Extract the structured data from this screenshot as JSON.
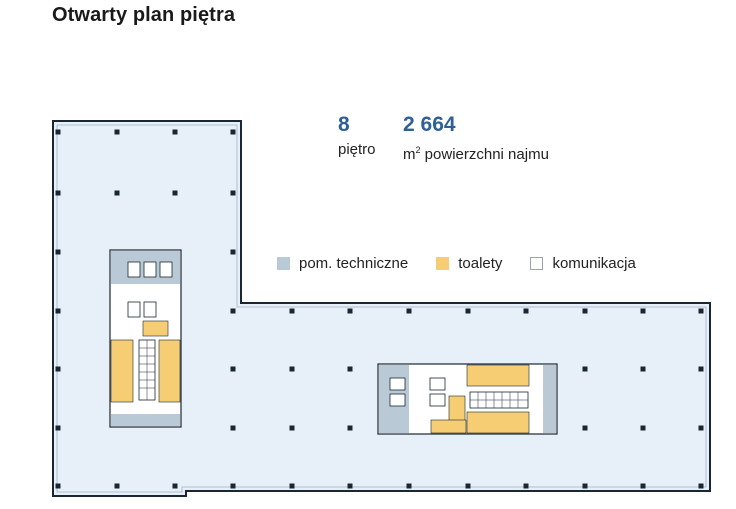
{
  "title": "Otwarty plan piętra",
  "stats": {
    "floor": {
      "value": "8",
      "label": "piętro"
    },
    "area": {
      "value": "2 664",
      "unit": "m",
      "unit_sup": "2",
      "label": " powierzchni najmu"
    }
  },
  "legend": [
    {
      "label": "pom. techniczne",
      "color": "#b9cad6"
    },
    {
      "label": "toalety",
      "color": "#f6cd73"
    },
    {
      "label": "komunikacja",
      "color": "#ffffff"
    }
  ],
  "colors": {
    "floor": "#e7eff8",
    "wall": "#1a2733",
    "technical": "#b9cad6",
    "toilets": "#f6cd73",
    "communication": "#ffffff",
    "accent": "#2f5f95"
  }
}
